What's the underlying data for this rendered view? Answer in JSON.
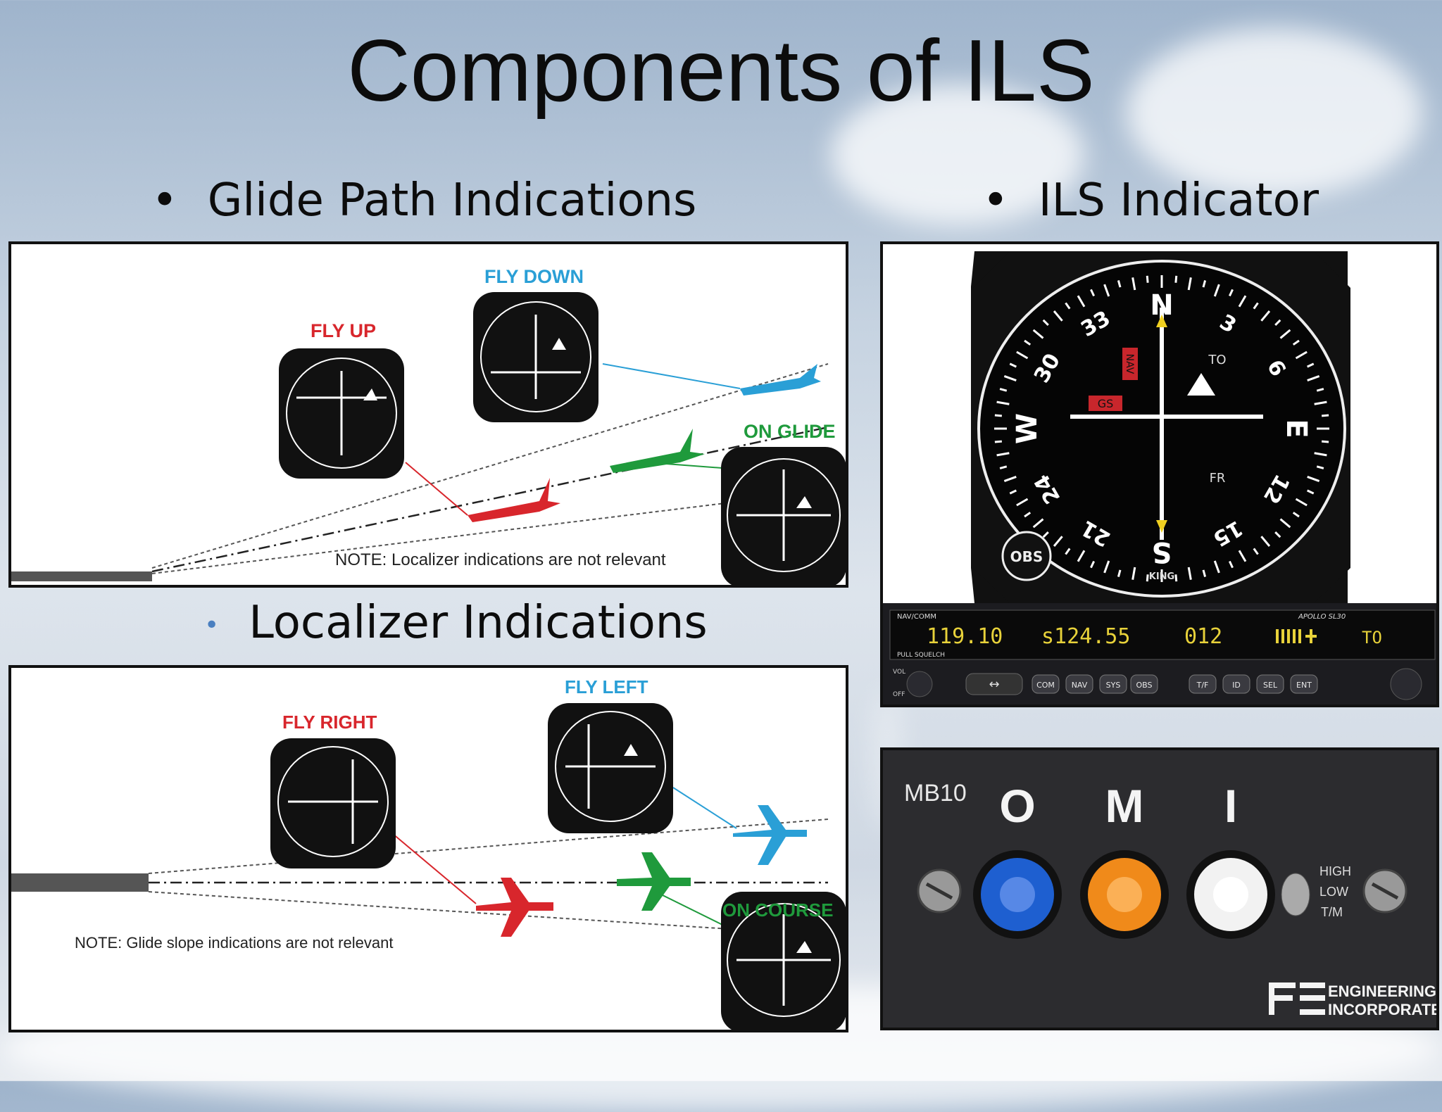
{
  "title": "Components of ILS",
  "sections": {
    "glide_path": {
      "heading": "Glide Path Indications",
      "fly_up": "FLY UP",
      "fly_down": "FLY DOWN",
      "on_glide": "ON GLIDE",
      "note": "NOTE: Localizer indications are not relevant"
    },
    "localizer": {
      "heading": "Localizer Indications",
      "fly_right": "FLY RIGHT",
      "fly_left": "FLY LEFT",
      "on_course": "ON COURSE",
      "note": "NOTE: Glide slope indications are not relevant"
    },
    "ils_indicator": {
      "heading": "ILS Indicator",
      "compass_labels": [
        "N",
        "3",
        "6",
        "E",
        "12",
        "15",
        "S",
        "21",
        "24",
        "W",
        "30",
        "33"
      ],
      "flags": {
        "nav": "NAV",
        "gs": "GS",
        "to": "TO",
        "fr": "FR"
      },
      "obs": "OBS",
      "brand": "KING",
      "radio": {
        "header_left": "NAV/COMM",
        "header_right": "APOLLO SL30",
        "freq_active": "119.10",
        "freq_standby": "s124.55",
        "radial": "012",
        "to_from": "TO",
        "squelch": "PULL SQUELCH",
        "vol": "VOL",
        "off": "OFF",
        "buttons": [
          "COM",
          "NAV",
          "SYS",
          "OBS",
          "T/F",
          "ID",
          "SEL",
          "ENT"
        ]
      }
    },
    "marker_beacon": {
      "model": "MB10",
      "lights": [
        "O",
        "M",
        "I"
      ],
      "switch": [
        "HIGH",
        "LOW",
        "T/M"
      ],
      "brand_line1": "ENGINEERING",
      "brand_line2": "INCORPORATED"
    }
  },
  "colors": {
    "fly_up": "#d8262c",
    "fly_down": "#2a9fd6",
    "on_glide": "#1f9a3c",
    "outer": "#1e5fd0",
    "middle": "#f08a1a",
    "inner": "#f2f2f2"
  }
}
